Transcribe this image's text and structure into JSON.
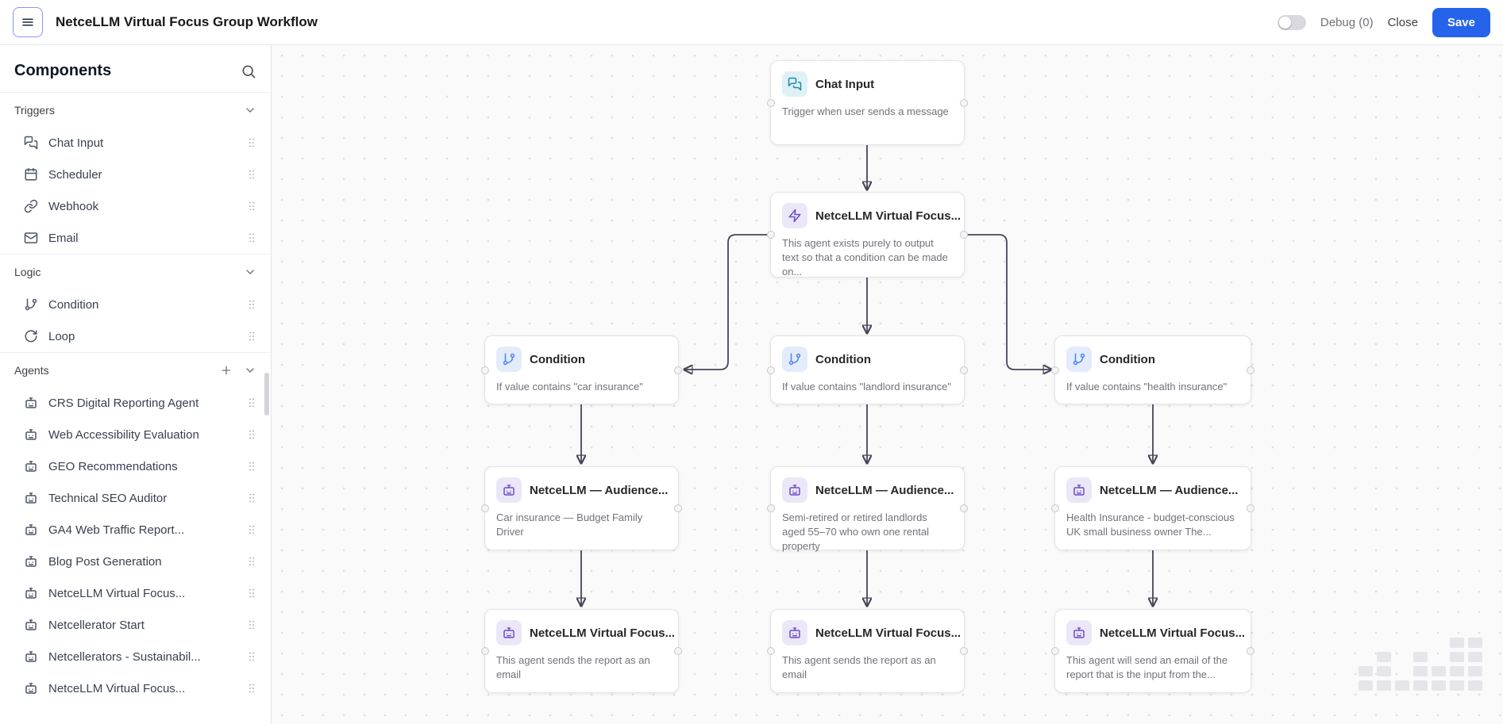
{
  "header": {
    "title": "NetceLLM Virtual Focus Group Workflow",
    "debug_label": "Debug (0)",
    "close_label": "Close",
    "save_label": "Save"
  },
  "sidebar": {
    "title": "Components",
    "sections": [
      {
        "label": "Triggers",
        "items": [
          {
            "label": "Chat Input",
            "icon": "chat-icon"
          },
          {
            "label": "Scheduler",
            "icon": "calendar-icon"
          },
          {
            "label": "Webhook",
            "icon": "webhook-icon"
          },
          {
            "label": "Email",
            "icon": "mail-icon"
          }
        ]
      },
      {
        "label": "Logic",
        "items": [
          {
            "label": "Condition",
            "icon": "branch-icon"
          },
          {
            "label": "Loop",
            "icon": "loop-icon"
          }
        ]
      },
      {
        "label": "Agents",
        "items": [
          {
            "label": "CRS Digital Reporting Agent",
            "icon": "agent-icon"
          },
          {
            "label": "Web Accessibility Evaluation",
            "icon": "agent-icon"
          },
          {
            "label": "GEO Recommendations",
            "icon": "agent-icon"
          },
          {
            "label": "Technical SEO Auditor",
            "icon": "agent-icon"
          },
          {
            "label": "GA4 Web Traffic Report...",
            "icon": "agent-icon"
          },
          {
            "label": "Blog Post Generation",
            "icon": "agent-icon"
          },
          {
            "label": "NetceLLM Virtual Focus...",
            "icon": "agent-icon"
          },
          {
            "label": "Netcellerator Start",
            "icon": "agent-icon"
          },
          {
            "label": "Netcellerators - Sustainabil...",
            "icon": "agent-icon"
          },
          {
            "label": "NetceLLM Virtual Focus...",
            "icon": "agent-icon"
          }
        ]
      }
    ]
  },
  "canvas": {
    "nodes": [
      {
        "title": "Chat Input",
        "subtitle": "Trigger when user sends a message",
        "icon": "chat-icon"
      },
      {
        "title": "NetceLLM Virtual Focus...",
        "subtitle": "This agent exists purely to output text so that a condition can be made on...",
        "icon": "zap-icon"
      },
      {
        "title": "Condition",
        "subtitle": "If value contains \"car insurance\"",
        "icon": "branch-icon"
      },
      {
        "title": "Condition",
        "subtitle": "If value contains \"landlord insurance\"",
        "icon": "branch-icon"
      },
      {
        "title": "Condition",
        "subtitle": "If value contains \"health insurance\"",
        "icon": "branch-icon"
      },
      {
        "title": "NetceLLM — Audience...",
        "subtitle": "Car insurance — Budget Family Driver",
        "icon": "agent-icon"
      },
      {
        "title": "NetceLLM — Audience...",
        "subtitle": "Semi-retired or retired landlords aged 55–70 who own one rental property",
        "icon": "agent-icon"
      },
      {
        "title": "NetceLLM — Audience...",
        "subtitle": "Health Insurance - budget-conscious UK small business owner The...",
        "icon": "agent-icon"
      },
      {
        "title": "NetceLLM Virtual Focus...",
        "subtitle": "This agent sends the report as an email",
        "icon": "agent-icon"
      },
      {
        "title": "NetceLLM Virtual Focus...",
        "subtitle": "This agent sends the report as an email",
        "icon": "agent-icon"
      },
      {
        "title": "NetceLLM Virtual Focus...",
        "subtitle": "This agent will send an email of the report that is the input from the...",
        "icon": "agent-icon"
      }
    ],
    "edge_color": "#4a4458"
  },
  "colors": {
    "accent": "#2563eb",
    "agent_icon": "#6d4fc1",
    "condition_icon": "#4c82f7",
    "chat_icon": "#1d8ba4"
  }
}
